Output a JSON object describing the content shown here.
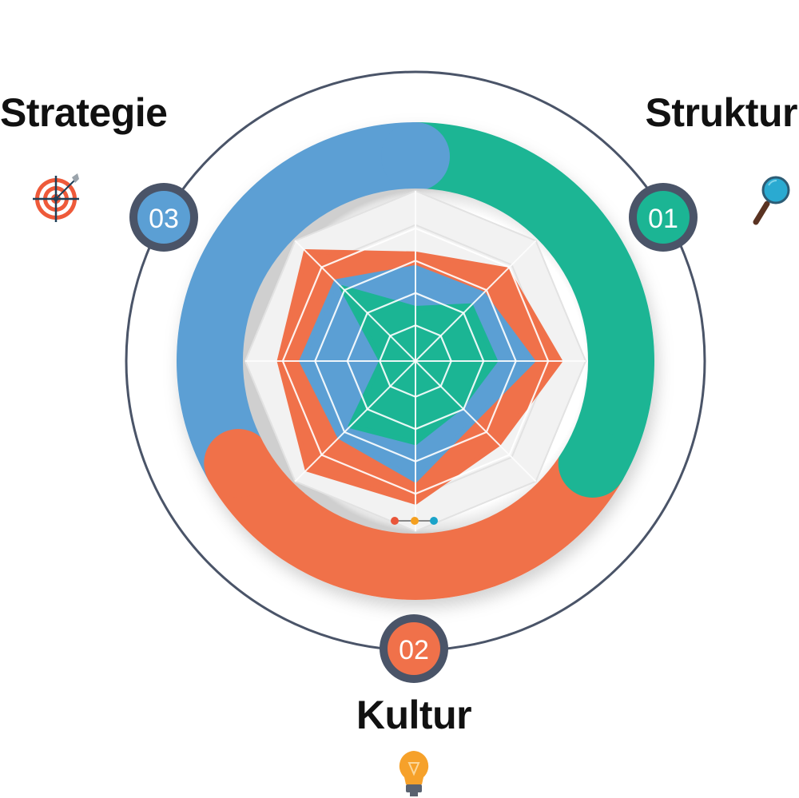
{
  "labels": {
    "strategie": "Strategie",
    "struktur": "Struktur",
    "kultur": "Kultur"
  },
  "badges": [
    {
      "number": "01",
      "color": "#1bb594"
    },
    {
      "number": "02",
      "color": "#f0714a"
    },
    {
      "number": "03",
      "color": "#5b9fd4"
    }
  ],
  "icons": {
    "strategie": "target-icon",
    "struktur": "magnifier-icon",
    "kultur": "lightbulb-icon"
  },
  "colors": {
    "green": "#1bb594",
    "blue": "#5b9fd4",
    "orange": "#f0714a",
    "ring": "#4a5468",
    "badge_border": "#4a5468"
  },
  "radar": {
    "type": "radar",
    "axes": 8,
    "levels": 5,
    "range": [
      0,
      1
    ],
    "series": [
      {
        "name": "orange",
        "color": "#f0714a",
        "values": [
          0.63,
          0.76,
          0.85,
          0.69,
          0.83,
          0.9,
          0.8,
          0.91
        ]
      },
      {
        "name": "blue",
        "color": "#5b9fd4",
        "values": [
          0.55,
          0.56,
          0.69,
          0.49,
          0.7,
          0.63,
          0.67,
          0.66
        ]
      },
      {
        "name": "green",
        "color": "#1bb594",
        "values": [
          0.31,
          0.46,
          0.47,
          0.38,
          0.48,
          0.54,
          0.2,
          0.61
        ]
      }
    ],
    "legend_dots": [
      "#e9553a",
      "#f5a020",
      "#1ba3c9"
    ]
  }
}
